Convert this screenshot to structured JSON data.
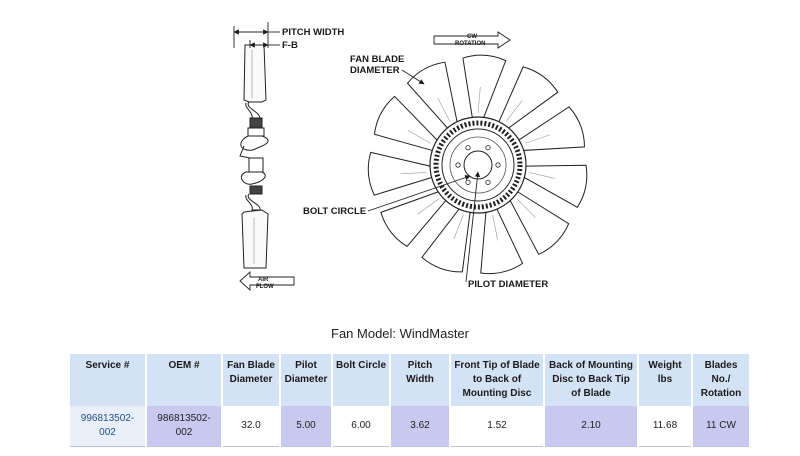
{
  "diagram": {
    "labels": {
      "pitch_width": "PITCH WIDTH",
      "fb": "F-B",
      "fan_blade_diameter_1": "FAN BLADE",
      "fan_blade_diameter_2": "DIAMETER",
      "bolt_circle": "BOLT CIRCLE",
      "pilot_diameter": "PILOT DIAMETER",
      "cw_1": "CW",
      "cw_2": "ROTATION",
      "air_1": "AIR",
      "air_2": "FLOW"
    }
  },
  "spec": {
    "title": "Fan Model: WindMaster",
    "headers": [
      "Service #",
      "OEM #",
      "Fan Blade Diameter",
      "Pilot Diameter",
      "Bolt Circle",
      "Pitch Width",
      "Front Tip of Blade to Back of Mounting Disc",
      "Back of Mounting Disc to Back Tip of Blade",
      "Weight lbs",
      "Blades No./ Rotation"
    ],
    "row": [
      "996813502-002",
      "986813502-002",
      "32.0",
      "5.00",
      "6.00",
      "3.62",
      "1.52",
      "2.10",
      "11.68",
      "11 CW"
    ]
  }
}
